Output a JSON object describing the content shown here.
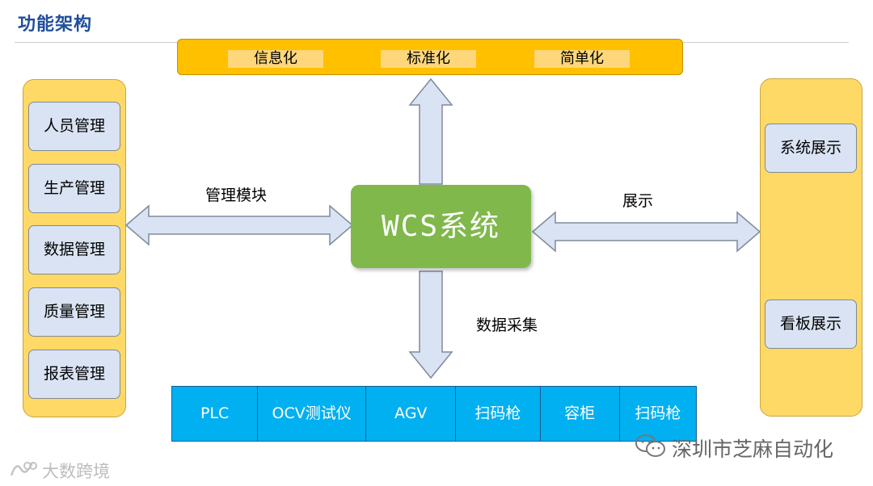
{
  "header": {
    "title": "功能架构"
  },
  "banner": {
    "items": [
      "信息化",
      "标准化",
      "简单化"
    ]
  },
  "left_panel": {
    "modules": [
      "人员管理",
      "生产管理",
      "数据管理",
      "质量管理",
      "报表管理"
    ]
  },
  "right_panel": {
    "modules": [
      "系统展示",
      "看板展示"
    ]
  },
  "center": {
    "label": "WCS系统"
  },
  "arrows": {
    "left_label": "管理模块",
    "right_label": "展示",
    "bottom_label": "数据采集"
  },
  "devices": [
    "PLC",
    "OCV测试仪",
    "AGV",
    "扫码枪",
    "容柜",
    "扫码枪"
  ],
  "watermarks": {
    "right": "深圳市芝麻自动化",
    "left": "大数跨境"
  },
  "colors": {
    "banner": "#ffc000",
    "side_panel": "#ffd966",
    "module_box": "#dae3f3",
    "center": "#80b84c",
    "device_bar": "#00b0f0",
    "title": "#1f4e9b"
  }
}
